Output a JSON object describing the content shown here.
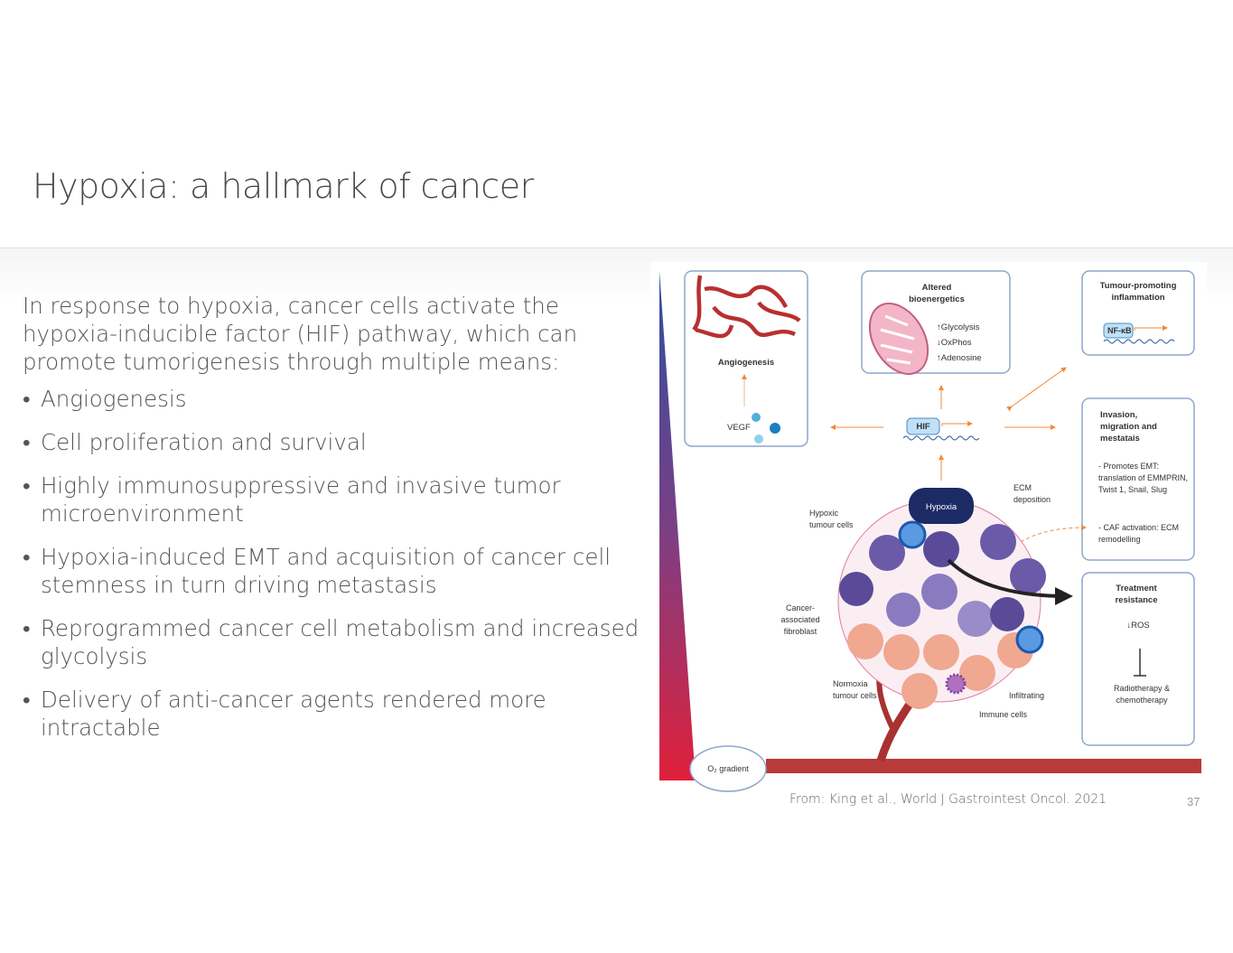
{
  "slide": {
    "title": "Hypoxia: a hallmark of cancer",
    "intro": "In response to hypoxia, cancer cells activate the hypoxia-inducible factor (HIF) pathway, which can promote tumorigenesis through multiple means:",
    "bullets": [
      "Angiogenesis",
      "Cell proliferation and survival",
      "Highly immunosuppressive and invasive tumor microenvironment",
      "Hypoxia-induced EMT and acquisition of cancer cell stemness in turn driving metastasis",
      "Reprogrammed cancer cell metabolism and increased glycolysis",
      "Delivery of anti-cancer agents rendered more intractable"
    ],
    "citation": "From: King et al., World J Gastrointest Oncol. 2021",
    "page_number": "37"
  },
  "diagram": {
    "angiogenesis": {
      "title": "Angiogenesis",
      "vegf": "VEGF"
    },
    "bioenergetics": {
      "title": "Altered bioenergetics",
      "items": [
        "↑Glycolysis",
        "↓OxPhos",
        "↑Adenosine"
      ]
    },
    "inflammation": {
      "title": "Tumour-promoting inflammation",
      "factor": "NF-κB"
    },
    "invasion": {
      "title": "Invasion, migration and mestatais",
      "point1": "- Promotes EMT: translation of EMMPRIN, Twist 1, Snail, Slug",
      "point2": "- CAF activation: ECM remodelling"
    },
    "treatment": {
      "title": "Treatment resistance",
      "ros": "↓ROS",
      "therapy": "Radiotherapy & chemotherapy"
    },
    "hif": "HIF",
    "hypoxia": "Hypoxia",
    "labels": {
      "hypoxic_cells": "Hypoxic tumour cells",
      "ecm": "ECM deposition",
      "caf": "Cancer-associated fibroblast",
      "normoxia": "Normoxia tumour cells",
      "infiltrating": "Infiltrating",
      "immune": "Immune cells"
    },
    "o2_gradient": "O₂ gradient"
  }
}
